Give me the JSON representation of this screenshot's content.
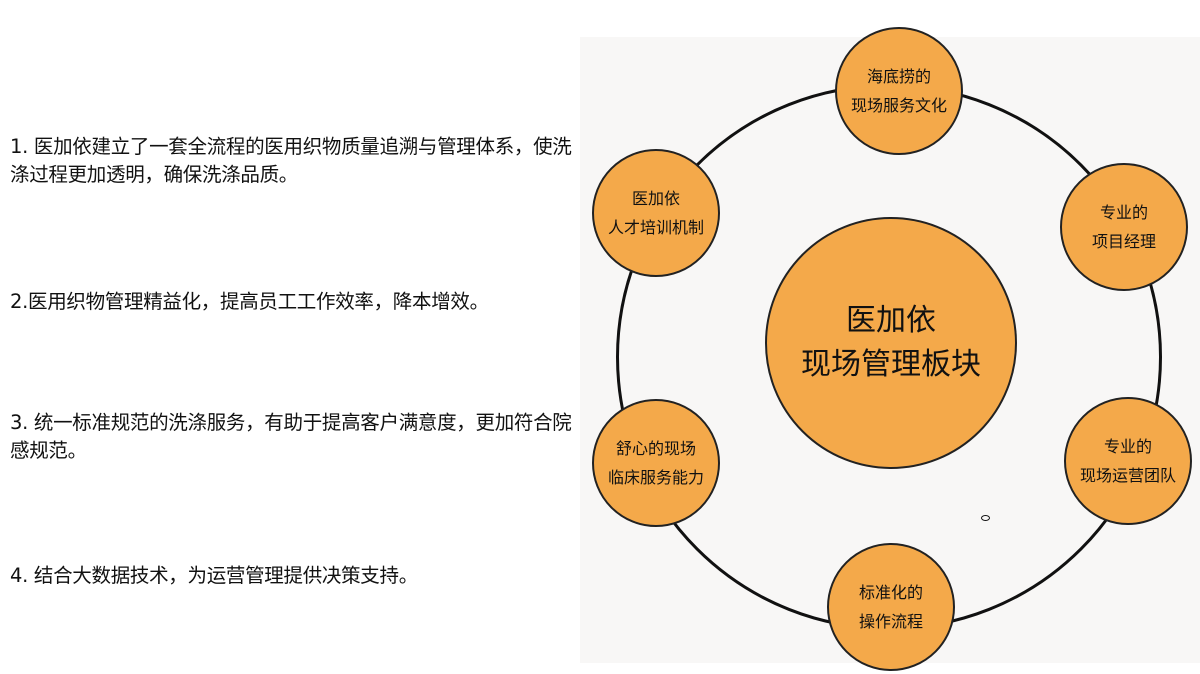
{
  "points": [
    "1. 医加依建立了一套全流程的医用织物质量追溯与管理体系，使洗涤过程更加透明，确保洗涤品质。",
    "2.医用织物管理精益化，提高员工工作效率，降本增效。",
    "3. 统一标准规范的洗涤服务，有助于提高客户满意度，更加符合院感规范。",
    "4. 结合大数据技术，为运营管理提供决策支持。"
  ],
  "diagram": {
    "center": {
      "line1": "医加依",
      "line2": "现场管理板块"
    },
    "nodes": [
      {
        "line1": "海底捞的",
        "line2": "现场服务文化"
      },
      {
        "line1": "专业的",
        "line2": "项目经理"
      },
      {
        "line1": "专业的",
        "line2": "现场运营团队"
      },
      {
        "line1": "标准化的",
        "line2": "操作流程"
      },
      {
        "line1": "舒心的现场",
        "line2": "临床服务能力"
      },
      {
        "line1": "医加依",
        "line2": "人才培训机制"
      }
    ]
  },
  "colors": {
    "node_fill": "#f4a94a",
    "ring": "#111111",
    "panel_bg": "#f8f7f6"
  }
}
